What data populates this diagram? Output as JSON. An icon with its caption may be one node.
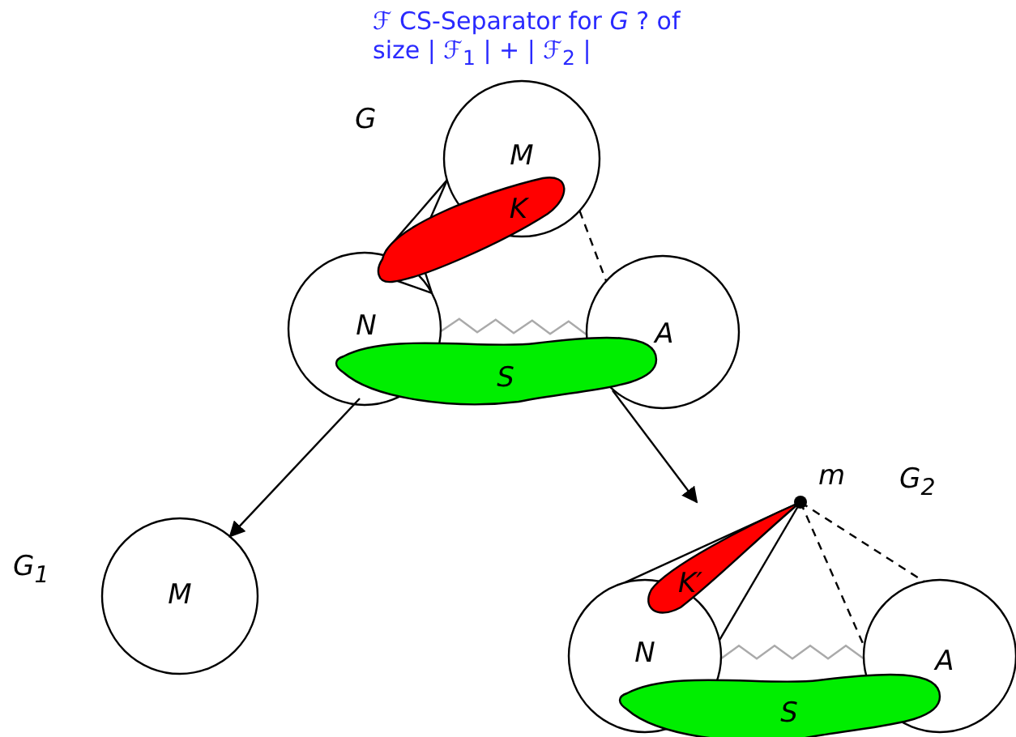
{
  "diagram": {
    "title": "ℱ CS-Separator for *G* ? of size | ℱ$_{1}$ | + | ℱ$_{2}$ |",
    "nodes": [
      {
        "text": [
          "M"
        ]
      },
      {
        "text": [
          "K"
        ]
      },
      {
        "text": [
          "N"
        ]
      },
      {
        "text": [
          "A"
        ]
      },
      {
        "text": [
          "S"
        ]
      },
      {
        "text": [
          "M"
        ]
      },
      {
        "text": [],
        "shape": "circle",
        "beside": [
          "m"
        ]
      },
      {
        "text": [
          "K′"
        ]
      },
      {
        "text": [
          "N"
        ]
      },
      {
        "text": [
          "A"
        ]
      },
      {
        "text": [
          "S"
        ]
      }
    ],
    "edges": [
      {
        "from": 0,
        "to": 1,
        "arrow": "none"
      },
      {
        "from": 0,
        "to": 1,
        "arrow": "none"
      },
      {
        "from": 1,
        "to": 2,
        "arrow": "none"
      },
      {
        "from": 1,
        "to": 2,
        "arrow": "none"
      },
      {
        "from": 0,
        "to": 3,
        "arrow": "none",
        "style": "dashed"
      },
      {
        "from": 2,
        "to": 3,
        "arrow": "none",
        "color": "#aaaaaa"
      },
      {
        "from": 4,
        "to": 5,
        "arrow": "to"
      },
      {
        "from": 4,
        "to": null,
        "arrow": "to"
      },
      {
        "from": 6,
        "to": 8,
        "arrow": "none"
      },
      {
        "from": 6,
        "to": 8,
        "arrow": "none"
      },
      {
        "from": 6,
        "to": 9,
        "arrow": "none",
        "style": "dashed"
      },
      {
        "from": 6,
        "to": 9,
        "arrow": "none",
        "style": "dashed"
      },
      {
        "from": 8,
        "to": 9,
        "arrow": "none",
        "color": "#aaaaaa"
      }
    ],
    "labels": [
      "G",
      "G$_{1}$",
      "G$_{2}$"
    ]
  }
}
